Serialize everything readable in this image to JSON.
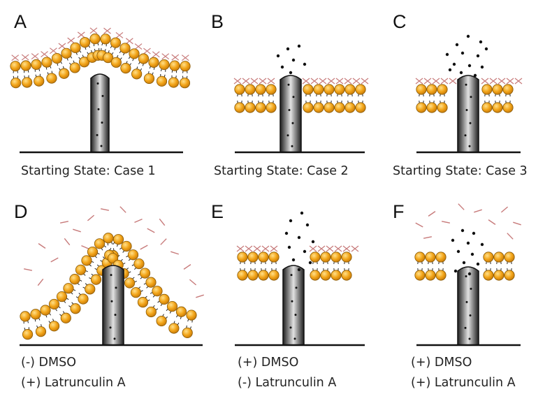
{
  "panels": [
    {
      "letter": "A",
      "caption_lines": [
        "Starting State: Case 1"
      ]
    },
    {
      "letter": "B",
      "caption_lines": [
        "Starting State: Case 2"
      ]
    },
    {
      "letter": "C",
      "caption_lines": [
        "Starting State: Case 3"
      ]
    },
    {
      "letter": "D",
      "caption_lines": [
        "(-) DMSO",
        "(+) Latrunculin A"
      ]
    },
    {
      "letter": "E",
      "caption_lines": [
        "(+) DMSO",
        "(-) Latrunculin A"
      ]
    },
    {
      "letter": "F",
      "caption_lines": [
        "(+) DMSO",
        "(+) Latrunculin A"
      ]
    }
  ],
  "colors": {
    "lipid_head": "#f2a418",
    "lipid_head_edge": "#8a5a05",
    "lipid_tail": "#222222",
    "actin_mark": "#c77a7a",
    "pipette_dark": "#2b2b2b",
    "pipette_light": "#d8d8d8",
    "baseline": "#111111"
  }
}
